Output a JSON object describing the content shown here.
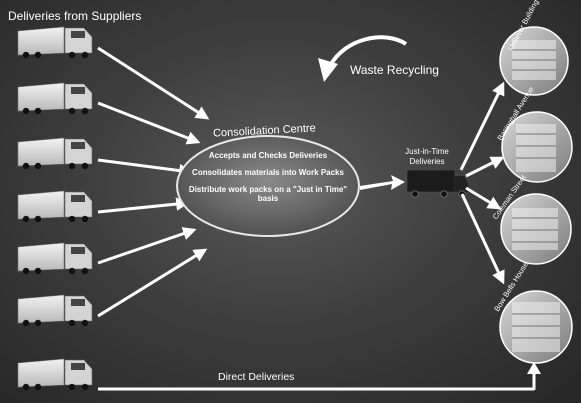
{
  "title": "Deliveries from Suppliers",
  "waste_recycling": "Waste Recycling",
  "consolidation_centre": {
    "label": "Consolidation Centre",
    "steps": [
      "Accepts and Checks Deliveries",
      "Consolidates materials into Work Packs",
      "Distribute work packs on a \"Just in Time\" basis"
    ]
  },
  "jit_deliveries": "Just-in-Time Deliveries",
  "direct_deliveries": "Direct Deliveries",
  "buildings": [
    "Unilever Building",
    "Basinghall Avenue",
    "Coleman Street",
    "Bow Bells House"
  ],
  "colors": {
    "background": "#3a3a3a",
    "arrow": "#ffffff",
    "ellipse": "#6b6b6b"
  }
}
